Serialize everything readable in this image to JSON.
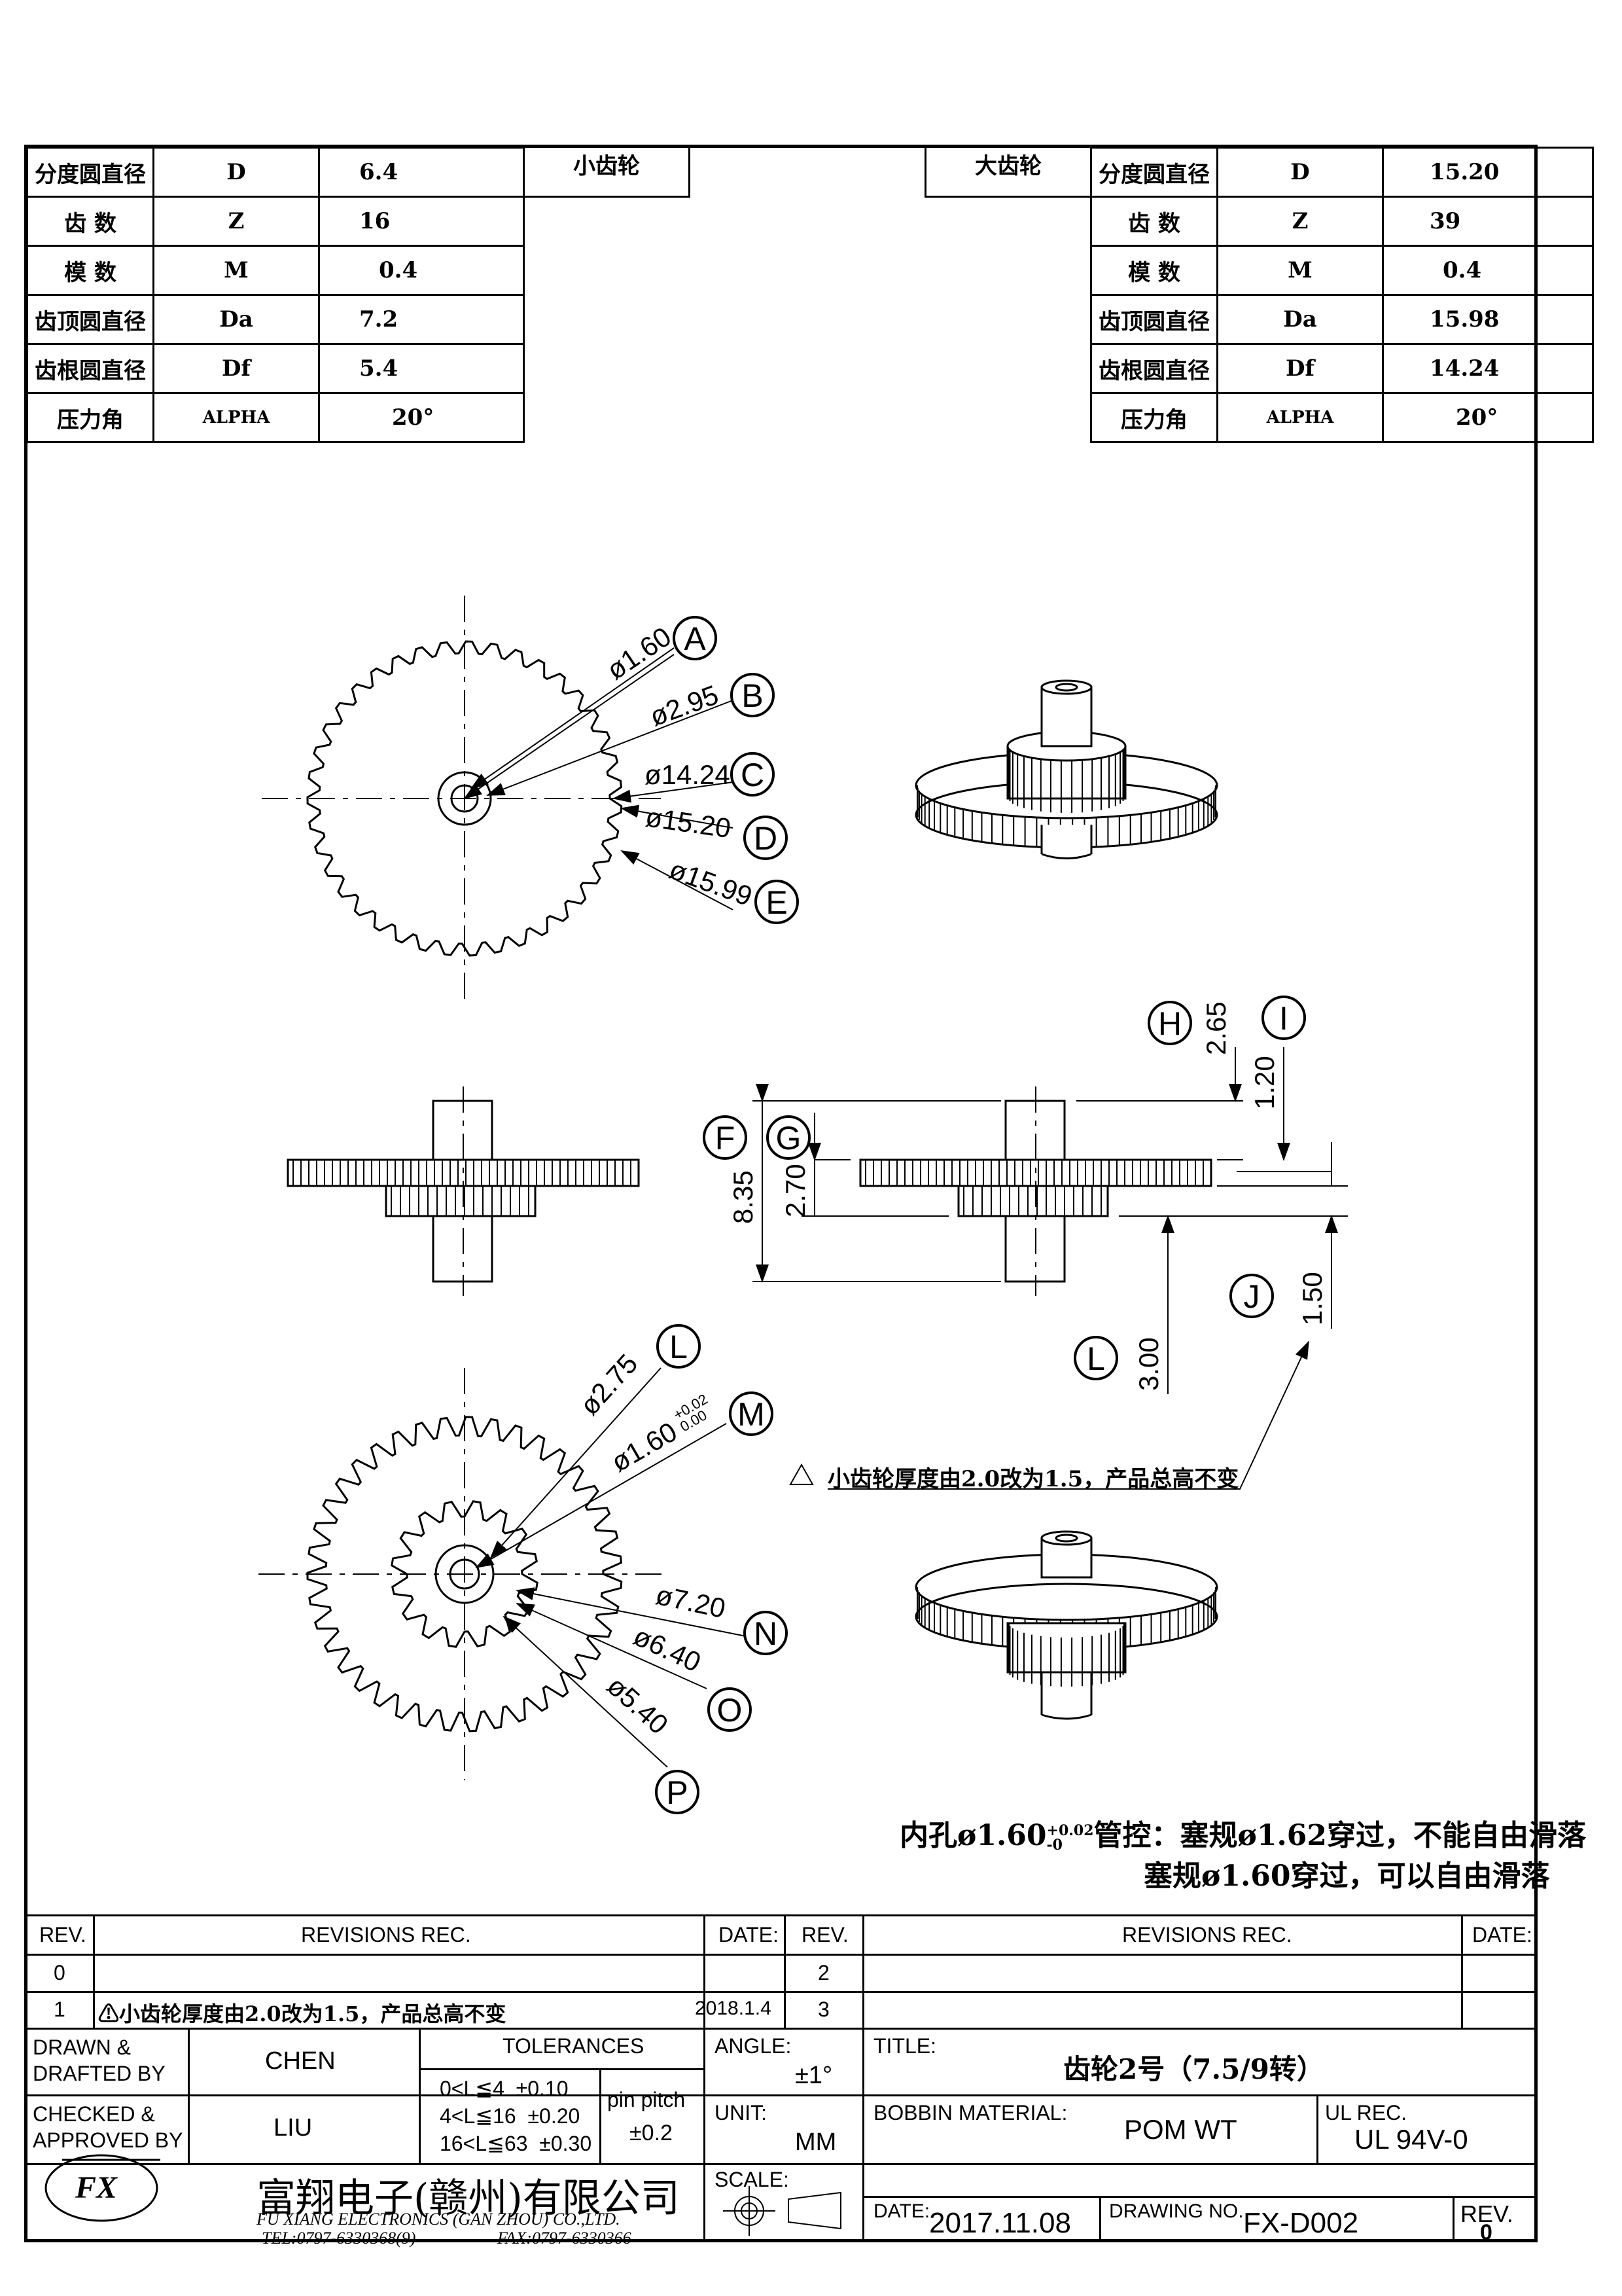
{
  "small_gear": {
    "header": "小齿轮",
    "rows": [
      {
        "name": "分度圆直径",
        "symbol": "D",
        "value": "6.4"
      },
      {
        "name": "齿 数",
        "symbol": "Z",
        "value": "16"
      },
      {
        "name": "模 数",
        "symbol": "M",
        "value": "0.4"
      },
      {
        "name": "齿顶圆直径",
        "symbol": "Da",
        "value": "7.2"
      },
      {
        "name": "齿根圆直径",
        "symbol": "Df",
        "value": "5.4"
      },
      {
        "name": "压力角",
        "symbol": "ALPHA",
        "value": "20°"
      }
    ]
  },
  "large_gear": {
    "header": "大齿轮",
    "rows": [
      {
        "name": "分度圆直径",
        "symbol": "D",
        "value": "15.20"
      },
      {
        "name": "齿 数",
        "symbol": "Z",
        "value": "39"
      },
      {
        "name": "模 数",
        "symbol": "M",
        "value": "0.4"
      },
      {
        "name": "齿顶圆直径",
        "symbol": "Da",
        "value": "15.98"
      },
      {
        "name": "齿根圆直径",
        "symbol": "Df",
        "value": "14.24"
      },
      {
        "name": "压力角",
        "symbol": "ALPHA",
        "value": "20°"
      }
    ]
  },
  "callouts_top": [
    {
      "letter": "A",
      "dim": "ø1.60"
    },
    {
      "letter": "B",
      "dim": "ø2.95"
    },
    {
      "letter": "C",
      "dim": "ø14.24"
    },
    {
      "letter": "D",
      "dim": "ø15.20"
    },
    {
      "letter": "E",
      "dim": "ø15.99"
    }
  ],
  "callouts_side": [
    {
      "letter": "F",
      "dim": "8.35"
    },
    {
      "letter": "G",
      "dim": "2.70"
    },
    {
      "letter": "H",
      "dim": "2.65"
    },
    {
      "letter": "I",
      "dim": "1.20"
    },
    {
      "letter": "J",
      "dim": "1.50"
    },
    {
      "letter": "L",
      "dim": "3.00"
    }
  ],
  "callouts_bottom": [
    {
      "letter": "L",
      "dim": "ø2.75"
    },
    {
      "letter": "M",
      "dim": "ø1.60",
      "tol_upper": "+0.02",
      "tol_lower": "0.00"
    },
    {
      "letter": "N",
      "dim": "ø7.20"
    },
    {
      "letter": "O",
      "dim": "ø6.40"
    },
    {
      "letter": "P",
      "dim": "ø5.40"
    }
  ],
  "change_note": "小齿轮厚度由2.0改为1.5，产品总高不变",
  "hole_note": {
    "line1_prefix": "内孔ø1.60",
    "line1_tol_upper": "+0.02",
    "line1_tol_lower": "-0",
    "line1_suffix": "管控：塞规ø1.62穿过，不能自由滑落",
    "line2": "塞规ø1.60穿过，可以自由滑落"
  },
  "revisions": {
    "rev_label": "REV.",
    "revisions_label": "REVISIONS    REC.",
    "date_label": "DATE:",
    "rows_left": [
      {
        "rev": "0",
        "rec": "",
        "date": ""
      },
      {
        "rev": "1",
        "rec": "小齿轮厚度由2.0改为1.5，产品总高不变",
        "date": "2018.1.4"
      }
    ],
    "rows_right": [
      {
        "rev": "2",
        "rec": "",
        "date": ""
      },
      {
        "rev": "3",
        "rec": "",
        "date": ""
      }
    ]
  },
  "title_block": {
    "drawn_label": "DRAWN  &",
    "drafted_label": "DRAFTED  BY",
    "drawn_by": "CHEN",
    "checked_label": "CHECKED  &",
    "approved_label": "APPROVED  BY",
    "approved_by": "LIU",
    "tolerances_label": "TOLERANCES",
    "tol_rows": [
      {
        "range": "0<L≦4",
        "tol": "±0.10"
      },
      {
        "range": "4<L≦16",
        "tol": "±0.20"
      },
      {
        "range": "16<L≦63",
        "tol": "±0.30"
      }
    ],
    "pin_pitch_label": "pin  pitch",
    "pin_pitch_tol": "±0.2",
    "angle_label": "ANGLE:",
    "angle_value": "±1°",
    "unit_label": "UNIT:",
    "unit_value": "MM",
    "scale_label": "SCALE:",
    "title_label": "TITLE:",
    "title_value": "齿轮2号（7.5/9转）",
    "bobbin_label": "BOBBIN  MATERIAL:",
    "bobbin_value": "POM  WT",
    "ul_label": "UL  REC.",
    "ul_value": "UL  94V-0",
    "company_cn": "富翔电子(赣州)有限公司",
    "company_en": "FU  XIANG  ELECTRONICS  (GAN  ZHOU)  CO.,LTD.",
    "tel": "TEL:0797-6330368(9)",
    "fax": "FAX:0797-6330366",
    "date_label": "DATE:",
    "date_value": "2017.11.08",
    "drawing_no_label": "DRAWING  NO.",
    "drawing_no": "FX-D002",
    "rev_label": "REV.",
    "rev_value": "0",
    "logo_text": "FX"
  }
}
